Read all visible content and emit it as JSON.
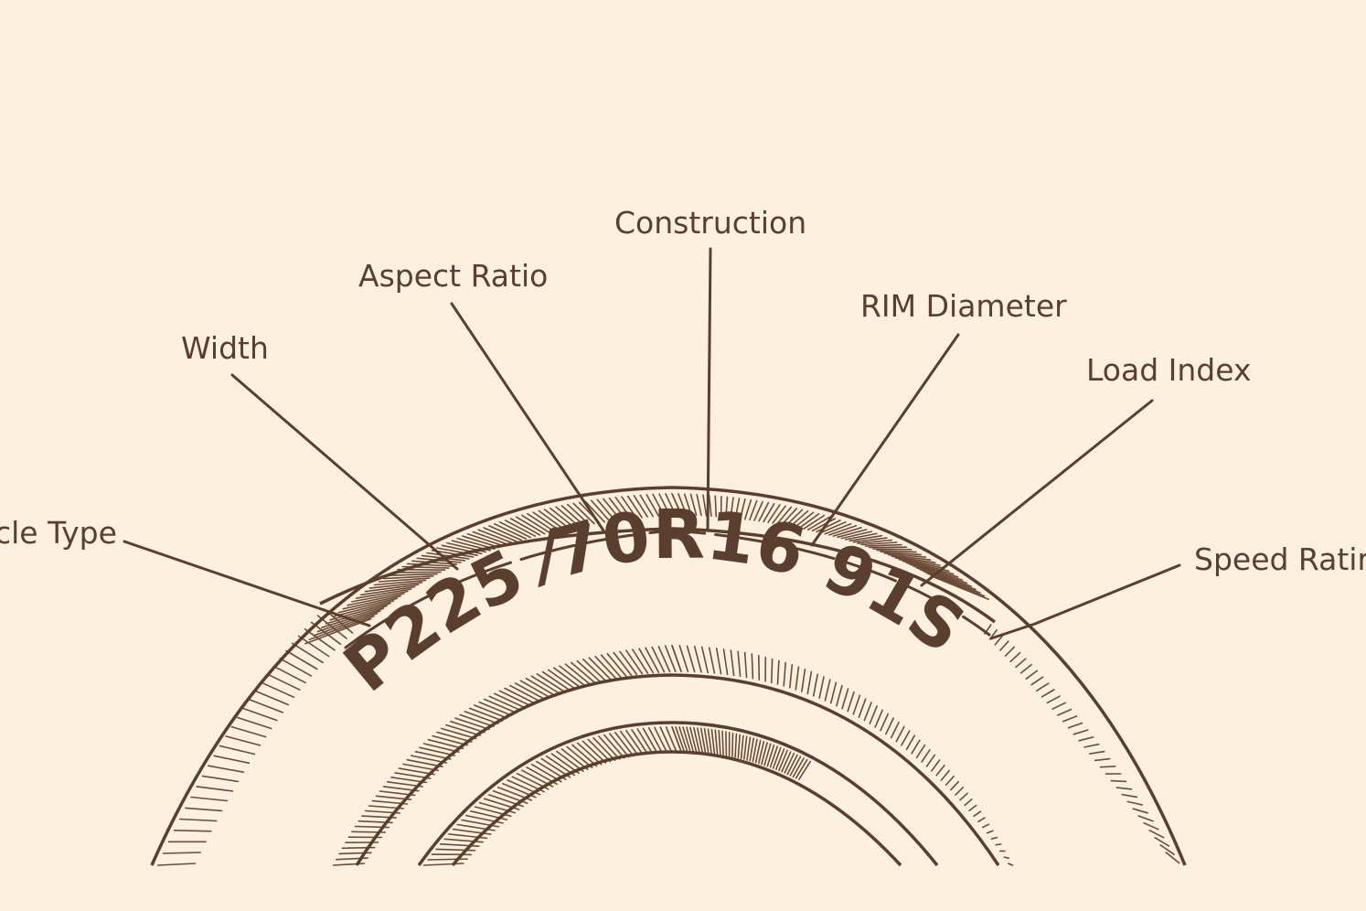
{
  "tire_code": {
    "text": "P225 ⁄70R16 91S",
    "segments": [
      "P",
      "225",
      "70",
      "R",
      "16",
      "91",
      "S"
    ]
  },
  "labels": {
    "vehicle_type": "cle Type",
    "width": "Width",
    "aspect_ratio": "Aspect Ratio",
    "construction": "Construction",
    "rim_diameter": "RIM Diameter",
    "load_index": "Load Index",
    "speed_rating": "Speed Ratir"
  },
  "colors": {
    "ink": "#5a3f2e",
    "background": "#fdf0de"
  }
}
